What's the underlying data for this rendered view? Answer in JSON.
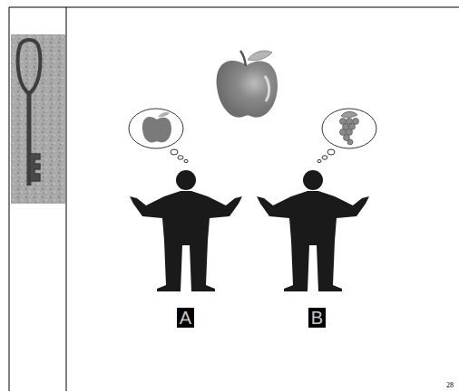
{
  "diagram": {
    "nodes": [
      {
        "text": [
          "A"
        ]
      },
      {
        "text": [
          "B"
        ]
      }
    ],
    "labels": [
      "28"
    ]
  }
}
